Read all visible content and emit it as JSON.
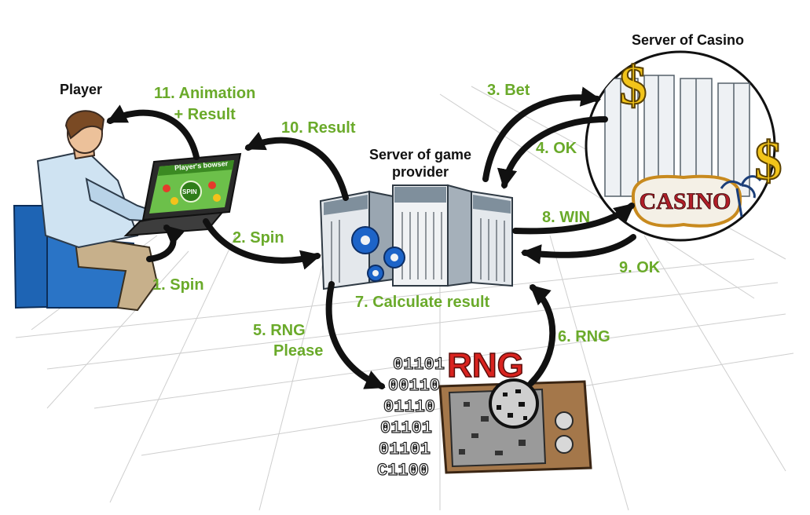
{
  "colors": {
    "label_green": "#6aaa2a",
    "arrow": "#111111",
    "title": "#111111",
    "rng_red": "#d9231f",
    "chair_blue": "#1e64b4",
    "laptop_screen": "#6cc04a",
    "gear_blue": "#1d64c8"
  },
  "titles": {
    "player": "Player",
    "game_server": "Server of game provider",
    "casino_server": "Server of Casino"
  },
  "steps": {
    "s1": "1. Spin",
    "s2": "2. Spin",
    "s3": "3. Bet",
    "s4": "4. OK",
    "s5_line1": "5. RNG",
    "s5_line2": "Please",
    "s6": "6. RNG",
    "s7": "7. Calculate result",
    "s8": "8. WIN",
    "s9": "9. OK",
    "s10": "10. Result",
    "s11_line1": "11. Animation",
    "s11_line2": "+ Result"
  },
  "illustration_text": {
    "laptop_header": "Player's bowser",
    "laptop_button": "SPIN",
    "casino_sign": "CASINO",
    "rng_logo": "RNG",
    "binary_rows": [
      "01101",
      "00110",
      "01110",
      "01101",
      "01101",
      "C1100"
    ]
  },
  "icons": {
    "player": "person-at-laptop-icon",
    "game_server": "server-rack-with-gears-icon",
    "casino_server": "casino-datacenter-icon",
    "rng": "static-tv-icon"
  }
}
